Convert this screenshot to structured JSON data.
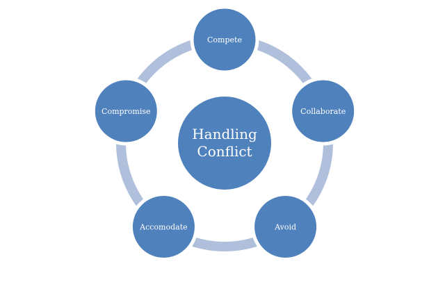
{
  "center": {
    "label_line1": "Handling",
    "label_line2": "Conflict"
  },
  "nodes": [
    {
      "label": "Compete"
    },
    {
      "label": "Collaborate"
    },
    {
      "label": "Avoid"
    },
    {
      "label": "Accomodate"
    },
    {
      "label": "Compromise"
    }
  ],
  "colors": {
    "node": "#4f81bd",
    "ring": "#b0c0dc"
  }
}
